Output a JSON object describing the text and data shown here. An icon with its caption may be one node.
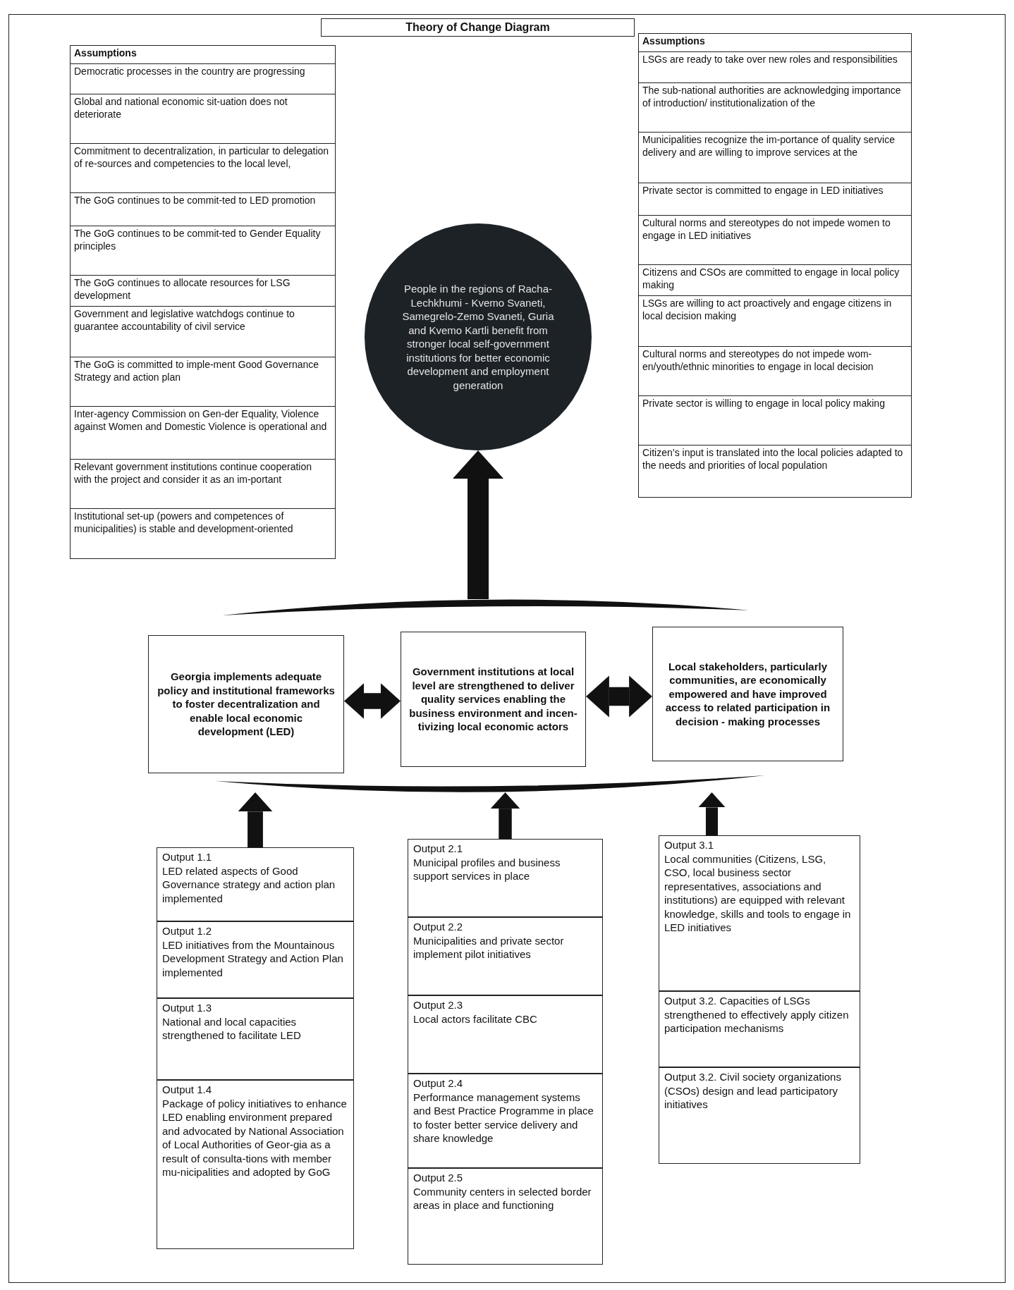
{
  "diagram": {
    "title": "Theory of Change Diagram",
    "nodes": [
      {
        "text": [
          "People in the regions of Racha-Lechkhumi - Kvemo Svaneti, Samegrelo-Zemo Svaneti, Guria and Kvemo Kartli benefit from stronger local self-government institutions for better economic development and employment generation"
        ]
      },
      {
        "text": [],
        "shape": "bracket"
      },
      {
        "text": [
          "Georgia implements adequate policy and institutional frameworks to foster decentralization and enable local economic development (LED)"
        ]
      },
      {
        "text": [
          "Government institutions at local level are strengthened to deliver quality services enabling the business environment and incen-tivizing local economic actors"
        ]
      },
      {
        "text": [
          "Local stakeholders, particularly communities, are economically empowered and have improved access to related participation in decision - making processes"
        ]
      },
      {
        "text": [],
        "shape": "bracket"
      },
      {
        "text": [
          "Output 1.1",
          "LED related aspects of Good Governance strategy and action plan implemented"
        ]
      },
      {
        "text": [
          "Output 1.2",
          "LED initiatives from the Mountainous Development Strategy and Action Plan implemented"
        ]
      },
      {
        "text": [
          "Output 1.3",
          "National and local capacities strengthened to facilitate LED"
        ]
      },
      {
        "text": [
          "Output 1.4",
          "Package of policy initiatives to enhance LED enabling environment prepared and advocated by National Association of Local Authorities of Geor-gia as a result of consulta-tions with member mu-nicipalities and adopted by GoG"
        ]
      },
      {
        "text": [
          "Output 2.1",
          "Municipal profiles and business support services in place"
        ]
      },
      {
        "text": [
          "Output 2.2",
          "Municipalities and private sector implement pilot initiatives"
        ]
      },
      {
        "text": [
          "Output 2.3",
          "Local actors facilitate CBC"
        ]
      },
      {
        "text": [
          "Output 2.4",
          "Performance management systems and Best Practice Programme in place to foster better service delivery and share knowledge"
        ]
      },
      {
        "text": [
          "Output 2.5",
          "Community centers in selected border areas in place and functioning"
        ]
      },
      {
        "text": [
          "Output 3.1",
          "Local communities (Citizens, LSG, CSO, local business sector representatives, associations and institutions) are equipped with relevant knowledge, skills and tools to engage in LED initiatives"
        ]
      },
      {
        "text": [
          "Output 3.2. Capacities of LSGs strengthened to effectively apply citizen participation mechanisms"
        ]
      },
      {
        "text": [
          "Output 3.2. Civil society organizations (CSOs) design and lead participatory initiatives"
        ]
      }
    ],
    "edges": [
      {
        "from": 1,
        "to": 0,
        "arrow": "to"
      },
      {
        "from": 2,
        "to": 3,
        "arrow": "both"
      },
      {
        "from": 3,
        "to": 4,
        "arrow": "both"
      },
      {
        "from": 6,
        "to": 5,
        "arrow": "to"
      },
      {
        "from": 10,
        "to": 5,
        "arrow": "to"
      },
      {
        "from": 15,
        "to": 5,
        "arrow": "to"
      }
    ],
    "labels": [
      "Assumptions",
      "Democratic processes in the country are progressing",
      "Global and national economic sit-uation does not deteriorate",
      "Commitment to decentralization, in particular to delegation of re-sources and competencies to the local level,",
      "The GoG continues to be commit-ted to LED promotion",
      "The GoG continues to be commit-ted to Gender Equality principles",
      "The GoG continues to allocate resources for LSG development",
      "Government and legislative watchdogs continue to guarantee accountability of civil service",
      "The GoG is committed to imple-ment Good Governance Strategy and action plan",
      "Inter-agency Commission on Gen-der Equality, Violence against Women and Domestic Violence is operational and",
      "Relevant government institutions continue cooperation with the project and consider it as an im-portant",
      "Institutional set-up (powers and competences of municipalities) is stable and development-oriented",
      "Assumptions",
      "LSGs are ready to take over new roles and responsibilities",
      "The sub-national authorities are acknowledging importance of introduction/ institutionalization of the",
      "Municipalities recognize the im-portance of quality service delivery and are willing to improve services at the",
      "Private sector is committed to engage in LED initiatives",
      "Cultural norms and stereotypes do not impede women to engage in LED initiatives",
      "Citizens and CSOs are committed to engage in local policy making",
      "LSGs are willing to act proactively and engage citizens in local decision making",
      "Cultural norms and stereotypes do not impede wom-en/youth/ethnic minorities to engage in local decision",
      "Private sector is willing to engage in local policy making",
      "Citizen’s input is translated into the local policies adapted to the needs and priorities of local population"
    ]
  }
}
